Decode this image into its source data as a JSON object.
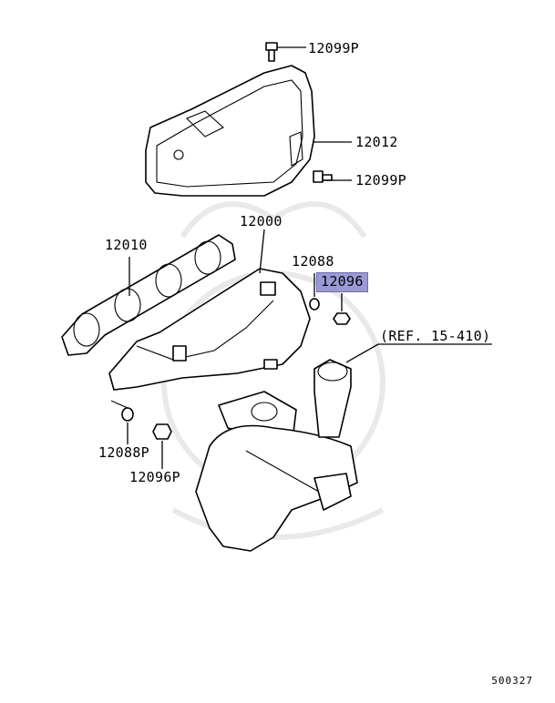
{
  "labels": {
    "cover_bolt_top": "12099P",
    "heat_cover": "12012",
    "cover_bolt_side": "12099P",
    "manifold": "12000",
    "gasket": "12010",
    "washer": "12088",
    "nut_highlighted": "12096",
    "reference": "(REF. 15-410)",
    "washer_lower": "12088P",
    "nut_lower": "12096P"
  },
  "diagram_code": "500327",
  "colors": {
    "highlight": "#9a99d6",
    "line": "#000000",
    "watermark": "#e9e9e9"
  }
}
